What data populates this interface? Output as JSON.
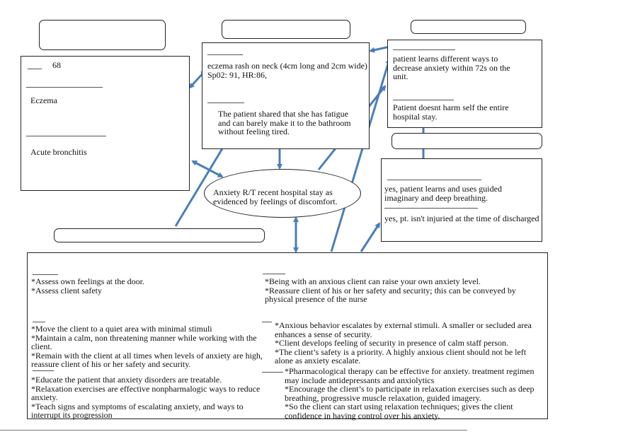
{
  "left_panel": {
    "value": "68",
    "diagnosis_1": "Eczema",
    "diagnosis_2": "Acute bronchitis"
  },
  "assessment_panel": {
    "objective": "eczema rash on neck (4cm long and 2cm wide)\nSp02: 91, HR:86,",
    "subjective": "The patient shared that she has fatigue and can barely make it to the bathroom without feeling tired."
  },
  "goals_panel": {
    "goal_1": "patient learns different ways to decrease anxiety within 72s on the unit.",
    "goal_2": "Patient doesnt harm self the entire hospital stay."
  },
  "evaluation_panel": {
    "eval_1": "yes, patient learns and uses guided imaginary and deep breathing.",
    "eval_2": "yes, pt. isn't injuried at the time of discharged"
  },
  "nursing_diagnosis": "Anxiety R/T recent hospital stay as evidenced by feelings of discomfort.",
  "plan": {
    "assessment_interventions": "*Assess own feelings at the door.\n*Assess client safety",
    "assessment_rationale": "*Being with an anxious client can raise your own anxiety level.\n*Reassure client of his or her safety and security; this can be conveyed by physical presence of the nurse",
    "nursing_interventions": "*Move the client to a quiet area with minimal stimuli\n*Maintain a calm, non threatening manner while working with the client.\n*Remain with the client at all times when levels of anxiety are high, reassure client of his or her safety and security.",
    "nursing_rationale": "*Anxious behavior escalates by external stimuli. A smaller or secluded area enhances a sense of security.\n*Client develops feeling of security in presence of calm staff person.\n*The client’s safety is a priority. A highly anxious client should not be left alone as anxiety escalate.",
    "teaching_interventions": "*Educate the patient that anxiety disorders are treatable.\n*Relaxation exercises are effective nonpharmalogic ways to reduce anxiety.\n*Teach signs and symptoms of escalating anxiety, and ways to interrupt its progression",
    "teaching_rationale": "*Pharmacological therapy can be effective for anxiety. treatment regimen may include antidepressants and anxiolytics\n*Encourage the client’s to participate in relaxation exercises such as deep breathing, progressive muscle relaxation, guided imagery.\n*So the client can start using relaxation techniques; gives the client confidence in having control over his anxiety."
  },
  "colors": {
    "arrow": "#4a7ebb",
    "border": "#222222",
    "text": "#111111"
  }
}
